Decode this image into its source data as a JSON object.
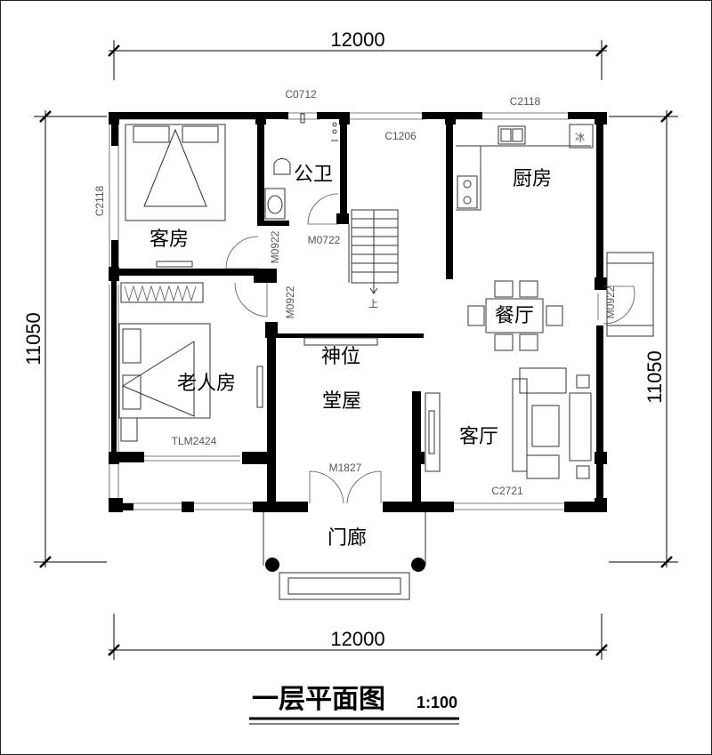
{
  "dimensions": {
    "top": "12000",
    "bottom": "12000",
    "left": "11050",
    "right": "11050"
  },
  "rooms": {
    "guest_room": "客房",
    "public_toilet": "公卫",
    "kitchen": "厨房",
    "dining": "餐厅",
    "elder_room": "老人房",
    "shrine": "神位",
    "main_hall": "堂屋",
    "living_room": "客厅",
    "porch": "门廊"
  },
  "codes": {
    "c0712": "C0712",
    "c2118_top": "C2118",
    "c1206": "C1206",
    "c2118_left": "C2118",
    "m0722": "M0722",
    "m0922_a": "M0922",
    "m0922_b": "M0922",
    "m0922_c": "M0922",
    "tlm2424": "TLM2424",
    "m1827": "M1827",
    "c2721": "C2721"
  },
  "stair_mark": "上",
  "fridge_mark": "冰",
  "title": {
    "text": "一层平面图",
    "scale": "1:100"
  }
}
